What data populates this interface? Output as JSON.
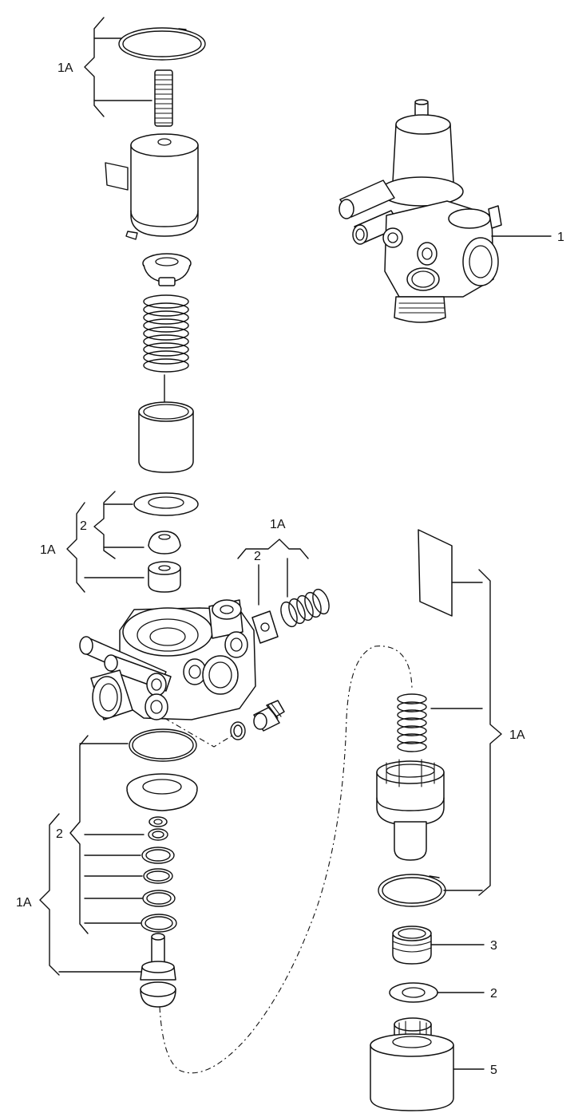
{
  "labels": {
    "top_kit": "1A",
    "assembly": "1",
    "seat_kit": "1A",
    "seat_kit_sub": "2",
    "spring_kit": "1A",
    "spring_kit_sub": "2",
    "lower_kit": "1A",
    "lower_kit_sub": "2",
    "right_kit": "1A",
    "bushing": "3",
    "washer": "2",
    "cap": "5"
  }
}
